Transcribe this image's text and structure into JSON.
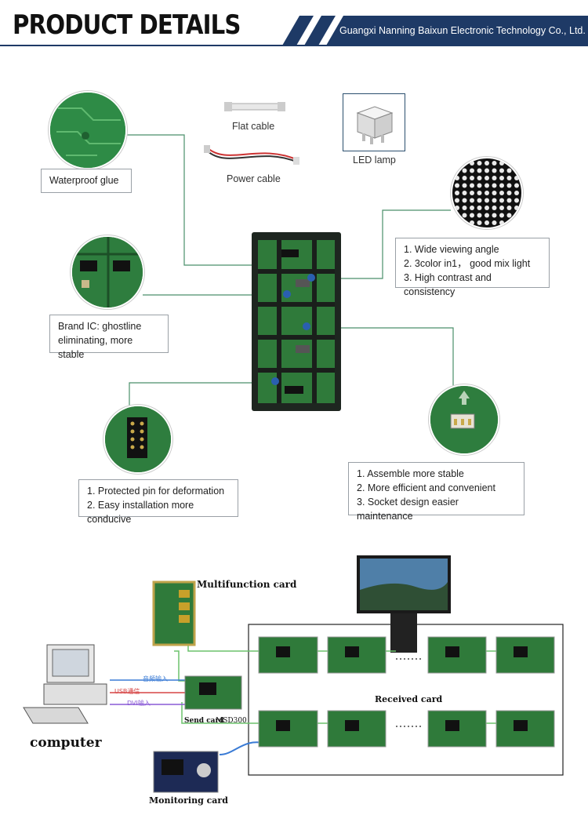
{
  "header": {
    "title": "PRODUCT DETAILS",
    "company": "Guangxi Nanning Baixun Electronic Technology Co., Ltd."
  },
  "components": {
    "flat_cable": "Flat cable",
    "power_cable": "Power cable",
    "led_lamp": "LED lamp",
    "waterproof_glue": "Waterproof glue"
  },
  "callouts": {
    "viewing": [
      "1. Wide viewing angle",
      "2. 3color in1， good mix light",
      "3. High contrast and consistency"
    ],
    "brand_ic": [
      "Brand IC: ghostline",
      "eliminating, more stable"
    ],
    "pins": [
      "1. Protected pin for deformation",
      "2. Easy installation more conducive"
    ],
    "socket": [
      "1. Assemble more stable",
      "2. More efficient and convenient",
      "3. Socket design easier maintenance"
    ]
  },
  "system": {
    "multifunction_card": "Multifunction card",
    "computer": "computer",
    "send_card": "Send card",
    "send_card_model": "MSD300",
    "received_card": "Received card",
    "monitoring_card": "Monitoring card",
    "inputs": [
      "音频输入",
      "USB通信",
      "DVI输入"
    ]
  },
  "colors": {
    "brand_navy": "#1e3a66",
    "pcb_green": "#2f7a3a",
    "connector_line": "#4a8f6a",
    "wire_green": "#6cc26c",
    "wire_blue": "#3a7bd5",
    "wire_red": "#d64545",
    "wire_purple": "#8a5ad6"
  }
}
